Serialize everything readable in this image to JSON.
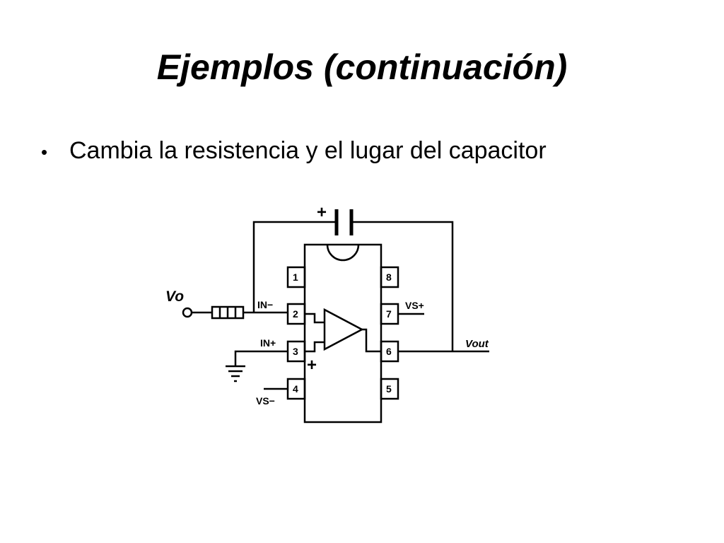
{
  "title": "Ejemplos (continuación)",
  "bullets": [
    "Cambia la resistencia y el lugar del capacitor"
  ],
  "diagram": {
    "labels": {
      "input": "Vo",
      "output": "Vout",
      "in_minus": "IN−",
      "in_plus": "IN+",
      "vs_plus": "VS+",
      "vs_minus": "VS−",
      "capacitor_polarity": "+",
      "opamp_plus": "+"
    },
    "pins": [
      "1",
      "2",
      "3",
      "4",
      "5",
      "6",
      "7",
      "8"
    ]
  }
}
